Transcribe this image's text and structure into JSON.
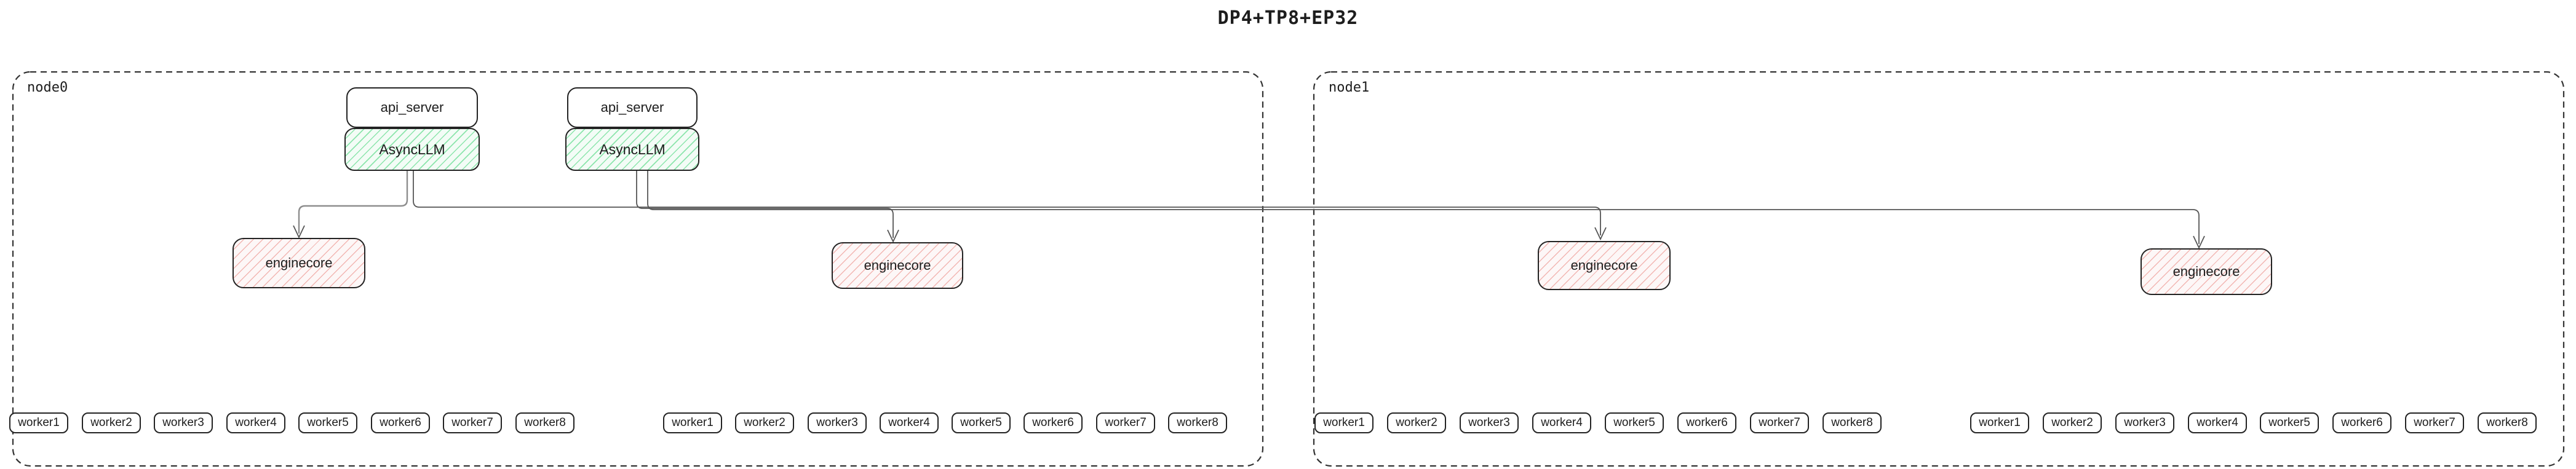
{
  "title": "DP4+TP8+EP32",
  "colors": {
    "asyncllm_hatch": "#8ce5ac",
    "asyncllm_bg": "#f3fcf6",
    "enginecore_hatch": "#f2b6b2",
    "enginecore_bg": "#fdf7f7",
    "box_border": "#232323",
    "node_border": "#333333",
    "edge": "#555555"
  },
  "nodes": [
    {
      "label": "node0",
      "api_servers": [
        {
          "label": "api_server",
          "sublabel": "AsyncLLM"
        },
        {
          "label": "api_server",
          "sublabel": "AsyncLLM"
        }
      ],
      "enginecores": [
        "enginecore",
        "enginecore"
      ],
      "worker_groups": [
        [
          "worker1",
          "worker2",
          "worker3",
          "worker4",
          "worker5",
          "worker6",
          "worker7",
          "worker8"
        ],
        [
          "worker1",
          "worker2",
          "worker3",
          "worker4",
          "worker5",
          "worker6",
          "worker7",
          "worker8"
        ]
      ]
    },
    {
      "label": "node1",
      "enginecores": [
        "enginecore",
        "enginecore"
      ],
      "worker_groups": [
        [
          "worker1",
          "worker2",
          "worker3",
          "worker4",
          "worker5",
          "worker6",
          "worker7",
          "worker8"
        ],
        [
          "worker1",
          "worker2",
          "worker3",
          "worker4",
          "worker5",
          "worker6",
          "worker7",
          "worker8"
        ]
      ]
    }
  ]
}
